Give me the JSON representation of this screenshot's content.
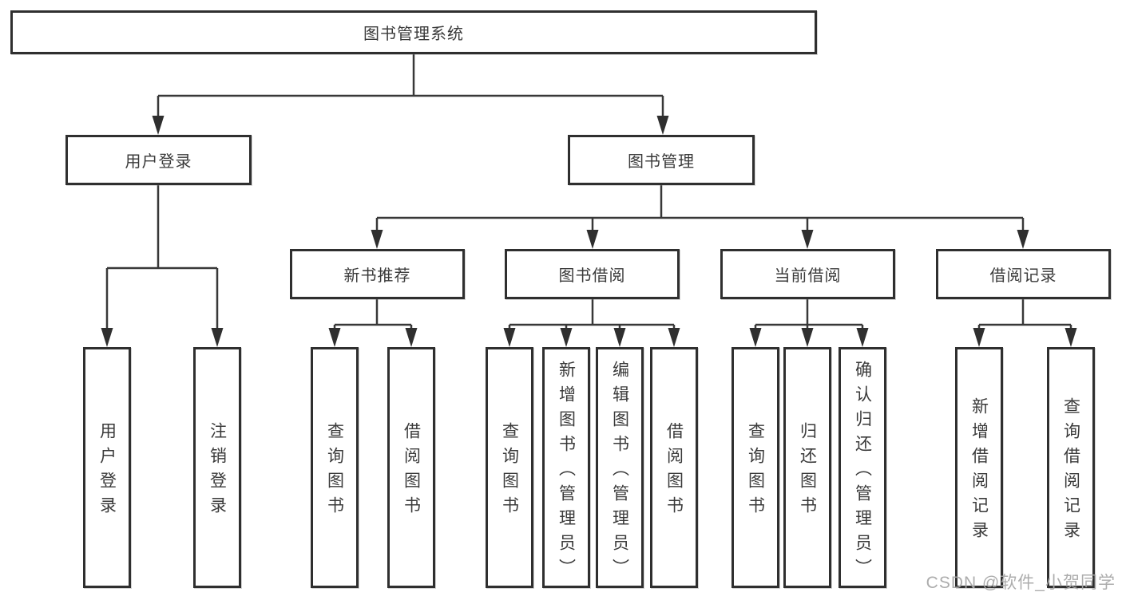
{
  "diagram": {
    "root": {
      "label": "图书管理系统"
    },
    "user_login": {
      "label": "用户登录",
      "children": [
        {
          "label": "用户登录"
        },
        {
          "label": "注销登录"
        }
      ]
    },
    "book_management": {
      "label": "图书管理",
      "sections": [
        {
          "label": "新书推荐",
          "children": [
            {
              "label": "查询图书"
            },
            {
              "label": "借阅图书"
            }
          ]
        },
        {
          "label": "图书借阅",
          "children": [
            {
              "label": "查询图书"
            },
            {
              "label": "新增图书（管理员）"
            },
            {
              "label": "编辑图书（管理员）"
            },
            {
              "label": "借阅图书"
            }
          ]
        },
        {
          "label": "当前借阅",
          "children": [
            {
              "label": "查询图书"
            },
            {
              "label": "归还图书"
            },
            {
              "label": "确认归还（管理员）"
            }
          ]
        },
        {
          "label": "借阅记录",
          "children": [
            {
              "label": "新增借阅记录"
            },
            {
              "label": "查询借阅记录"
            }
          ]
        }
      ]
    }
  },
  "colors": {
    "line": "#383838",
    "border": "#2f2f2f",
    "text": "#3a3a3a",
    "watermark": "#a8a8a8"
  },
  "watermark": {
    "text": "CSDN @软件_小贺同学"
  }
}
